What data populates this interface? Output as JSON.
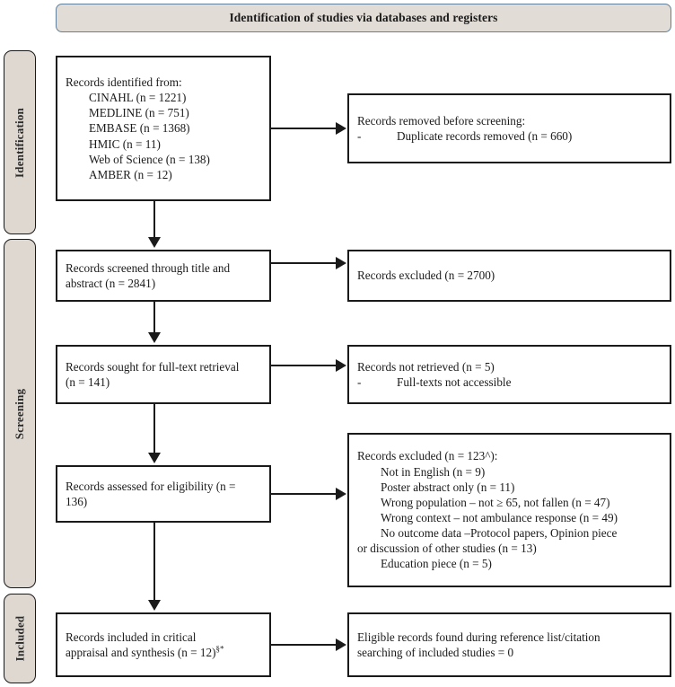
{
  "banner": {
    "title": "Identification of studies via databases and registers"
  },
  "stages": [
    {
      "id": "identification",
      "label": "Identification"
    },
    {
      "id": "screening",
      "label": "Screening"
    },
    {
      "id": "included",
      "label": "Included"
    }
  ],
  "boxes": {
    "identified": {
      "heading": "Records identified from:",
      "items": [
        "CINAHL (n = 1221)",
        "MEDLINE (n = 751)",
        "EMBASE (n = 1368)",
        "HMIC (n = 11)",
        "Web of Science (n = 138)",
        "AMBER (n = 12)"
      ]
    },
    "removed": {
      "heading": "Records removed before screening:",
      "bullet_dash": "-",
      "items": [
        "Duplicate records removed (n = 660)"
      ]
    },
    "screened": {
      "line1": "Records screened through title and",
      "line2": "abstract (n = 2841)"
    },
    "excluded1": {
      "line1": "Records excluded (n = 2700)"
    },
    "sought": {
      "line1": "Records sought for full-text retrieval",
      "line2": "(n = 141)"
    },
    "not_retrieved": {
      "heading": "Records not retrieved (n = 5)",
      "bullet_dash": "-",
      "items": [
        "Full-texts not accessible"
      ]
    },
    "eligibility": {
      "line1": "Records assessed for eligibility (n =",
      "line2": "136)"
    },
    "excluded2": {
      "heading": "Records excluded (n = 123^):",
      "items": [
        "Not in English (n = 9)",
        "Poster abstract only (n = 11)",
        "Wrong population – not ≥ 65, not fallen (n = 47)",
        "Wrong context – not ambulance response (n = 49)",
        "No outcome data –Protocol papers, Opinion piece",
        "or discussion of other studies (n = 13)",
        "Education piece (n = 5)"
      ]
    },
    "included": {
      "line1": "Records included in critical",
      "line2_prefix": "appraisal and synthesis (n = 12)",
      "line2_sup": "§*"
    },
    "eligible_found": {
      "line1": "Eligible records found during reference list/citation",
      "line2": "searching of included studies = 0"
    }
  },
  "colors": {
    "banner_fill": "#e1dcd5",
    "banner_border": "#62809b",
    "stage_fill": "#ded8d1",
    "stage_border": "#1a1a1a",
    "box_border": "#1a1a1a",
    "box_fill": "#ffffff",
    "text": "#1a1a1a"
  }
}
